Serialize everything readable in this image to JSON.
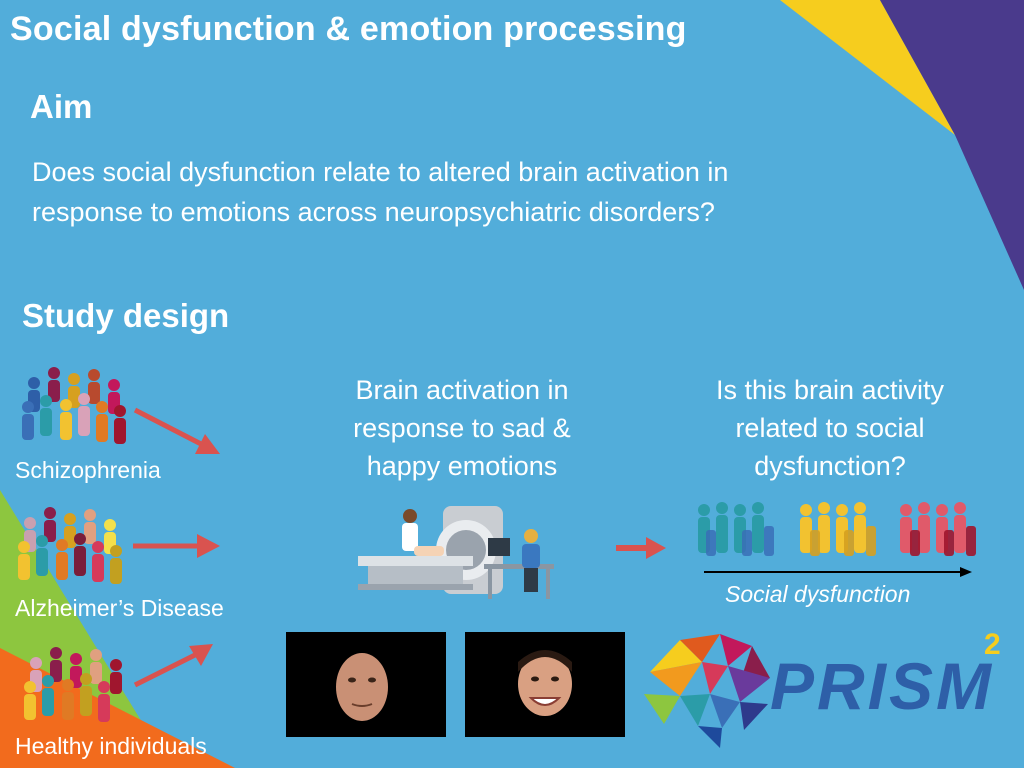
{
  "title": "Social dysfunction & emotion processing",
  "aim": {
    "heading": "Aim",
    "question_line1": "Does social dysfunction relate to altered brain activation in",
    "question_line2": "response to emotions across neuropsychiatric disorders?"
  },
  "study": {
    "heading": "Study design",
    "groups": [
      "Schizophrenia",
      "Alzheimer’s Disease",
      "Healthy individuals"
    ],
    "brain_line1": "Brain activation in",
    "brain_line2": "response to sad &",
    "brain_line3": "happy emotions",
    "q_line1": "Is this brain activity",
    "q_line2": "related to social",
    "q_line3": "dysfunction?",
    "axis_label": "Social dysfunction"
  },
  "logo": {
    "text": "PRISM",
    "superscript": "2"
  },
  "colors": {
    "background": "#52ADDA",
    "yellow": "#F6CD1E",
    "purple": "#4A3A8C",
    "green": "#8DC63F",
    "orange": "#F26B1D",
    "arrow": "#D9534F"
  },
  "icons": [
    "people-group-icon",
    "mri-scanner-icon",
    "face-sad-icon",
    "face-happy-icon",
    "brain-logo-icon"
  ]
}
